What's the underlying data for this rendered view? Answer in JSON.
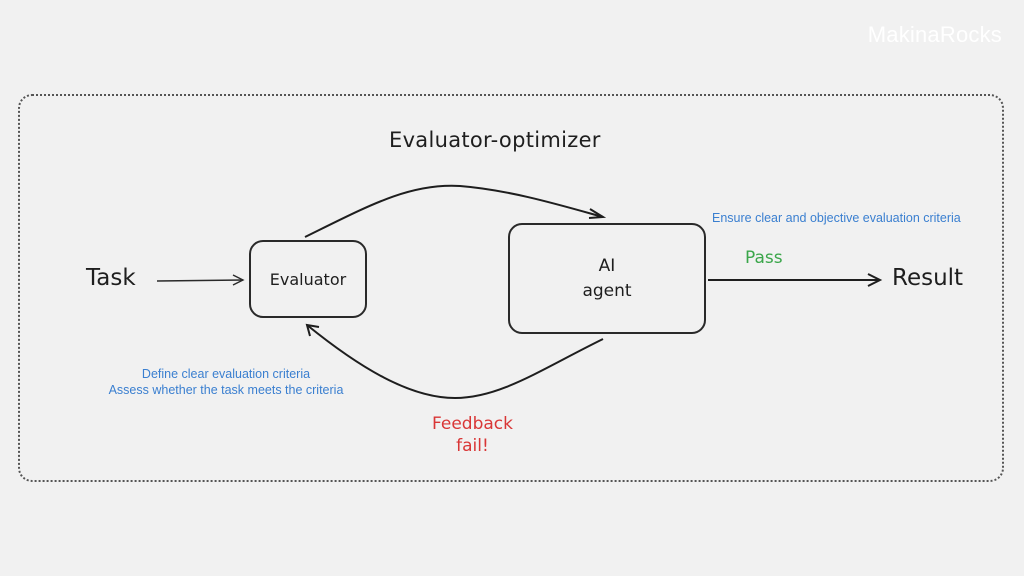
{
  "brand": {
    "logo_text": "MakinaRocks"
  },
  "diagram": {
    "title": "Evaluator-optimizer",
    "nodes": {
      "task": "Task",
      "evaluator": "Evaluator",
      "agent_line1": "AI",
      "agent_line2": "agent",
      "result": "Result"
    },
    "edges": {
      "pass_label": "Pass",
      "feedback_label": "Feedback",
      "fail_label": "fail!"
    },
    "notes": {
      "agent_note": "Ensure clear and objective evaluation criteria",
      "evaluator_note_line1": "Define clear evaluation criteria",
      "evaluator_note_line2": "Assess whether the task meets the criteria"
    },
    "colors": {
      "note": "#3a7fd0",
      "pass": "#3aa64a",
      "fail": "#d93636",
      "stroke": "#1e1e1e"
    }
  }
}
